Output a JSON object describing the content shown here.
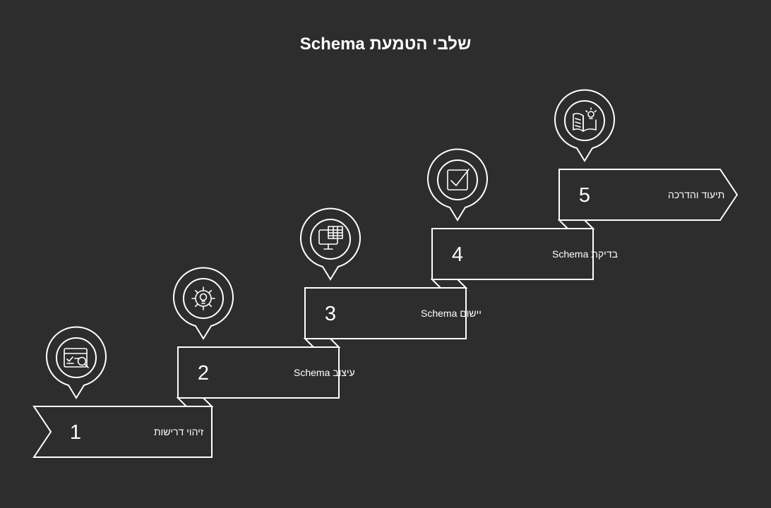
{
  "title": "שלבי הטמעת Schema",
  "colors": {
    "background": "#2d2d2d",
    "stroke": "#ffffff",
    "text": "#ffffff"
  },
  "steps": [
    {
      "number": "1",
      "label": "זיהוי דרישות",
      "icon": "requirements-search-icon"
    },
    {
      "number": "2",
      "label": "עיצוב Schema",
      "icon": "gear-bulb-icon"
    },
    {
      "number": "3",
      "label": "יישום Schema",
      "icon": "monitor-table-icon"
    },
    {
      "number": "4",
      "label": "בדיקת Schema",
      "icon": "checkbox-icon"
    },
    {
      "number": "5",
      "label": "תיעוד והדרכה",
      "icon": "book-idea-icon"
    }
  ]
}
